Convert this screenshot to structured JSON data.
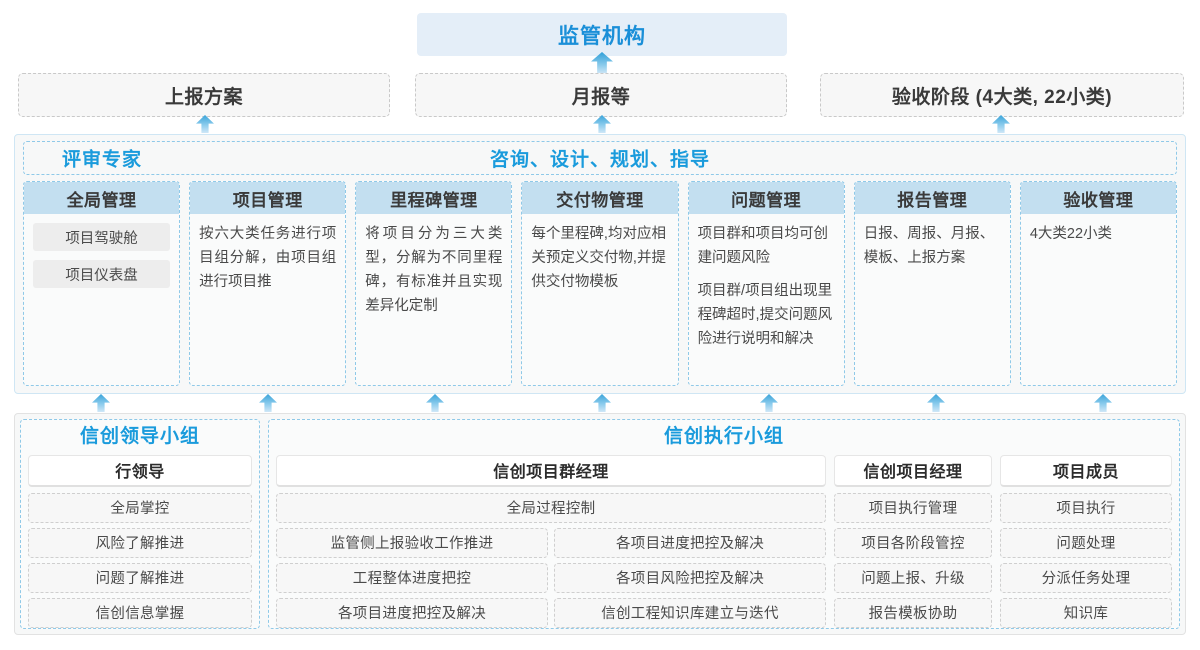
{
  "top": {
    "regulator": "监管机构",
    "reports": [
      {
        "label": "上报方案"
      },
      {
        "label": "月报等"
      },
      {
        "label": "验收阶段 (4大类, 22小类)"
      }
    ]
  },
  "middle": {
    "left_title": "评审专家",
    "center_title": "咨询、设计、规划、指导",
    "modules": [
      {
        "title": "全局管理",
        "pills": [
          "项目驾驶舱",
          "项目仪表盘"
        ],
        "paras": []
      },
      {
        "title": "项目管理",
        "pills": [],
        "paras": [
          "按六大类任务进行项目组分解，由项目组进行项目推"
        ]
      },
      {
        "title": "里程碑管理",
        "pills": [],
        "paras": [
          "将项目分为三大类型，分解为不同里程碑，有标准并且实现差异化定制"
        ]
      },
      {
        "title": "交付物管理",
        "pills": [],
        "paras": [
          "每个里程碑,均对应相关预定义交付物,并提供交付物模板"
        ]
      },
      {
        "title": "问题管理",
        "pills": [],
        "paras": [
          "项目群和项目均可创建问题风险",
          "项目群/项目组出现里程碑超时,提交问题风险进行说明和解决"
        ]
      },
      {
        "title": "报告管理",
        "pills": [],
        "paras": [
          "日报、周报、月报、模板、上报方案"
        ]
      },
      {
        "title": "验收管理",
        "pills": [],
        "paras": [
          "4大类22小类"
        ]
      }
    ]
  },
  "bottom": {
    "leader_group": {
      "title": "信创领导小组",
      "role": "行领导",
      "items": [
        "全局掌控",
        "风险了解推进",
        "问题了解推进",
        "信创信息掌握"
      ]
    },
    "exec_group": {
      "title": "信创执行小组",
      "program_manager": {
        "role": "信创项目群经理",
        "full_item": "全局过程控制",
        "left_items": [
          "监管侧上报验收工作推进",
          "工程整体进度把控",
          "各项目进度把控及解决"
        ],
        "right_items": [
          "各项目进度把控及解决",
          "各项目风险把控及解决",
          "信创工程知识库建立与迭代"
        ]
      },
      "project_manager": {
        "role": "信创项目经理",
        "items": [
          "项目执行管理",
          "项目各阶段管控",
          "问题上报、升级",
          "报告模板协助"
        ]
      },
      "member": {
        "role": "项目成员",
        "items": [
          "项目执行",
          "问题处理",
          "分派任务处理",
          "知识库"
        ]
      }
    }
  },
  "colors": {
    "accent_blue": "#1a9bdc",
    "header_fill": "#c3dff0",
    "regulator_fill": "#e4eef8",
    "panel_bg": "#f7f8f8"
  }
}
